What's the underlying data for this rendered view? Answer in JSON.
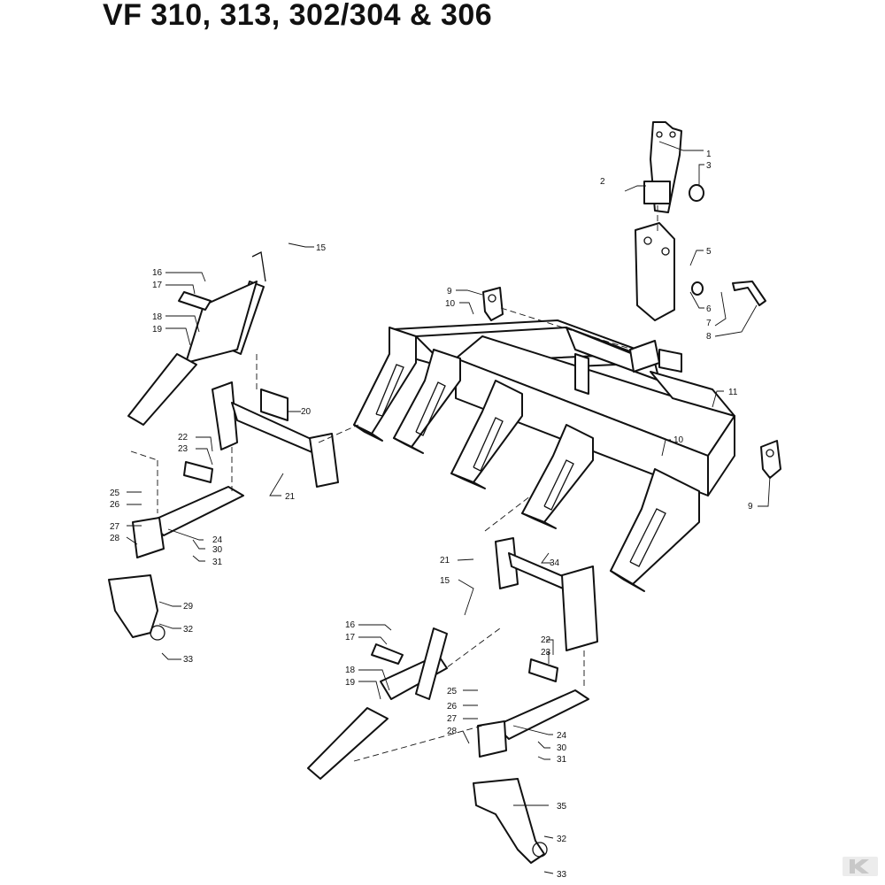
{
  "title": "VF 310, 313, 302/304 & 306",
  "callouts": [
    {
      "id": "c1",
      "label": "1"
    },
    {
      "id": "c2",
      "label": "2"
    },
    {
      "id": "c3",
      "label": "3"
    },
    {
      "id": "c4",
      "label": "5"
    },
    {
      "id": "c5",
      "label": "6"
    },
    {
      "id": "c6",
      "label": "7"
    },
    {
      "id": "c7",
      "label": "8"
    },
    {
      "id": "c8",
      "label": "9"
    },
    {
      "id": "c9",
      "label": "10"
    },
    {
      "id": "c10",
      "label": "11"
    },
    {
      "id": "c11",
      "label": "10"
    },
    {
      "id": "c12",
      "label": "9"
    },
    {
      "id": "c13",
      "label": "15"
    },
    {
      "id": "c14",
      "label": "16"
    },
    {
      "id": "c15",
      "label": "17"
    },
    {
      "id": "c16",
      "label": "18"
    },
    {
      "id": "c17",
      "label": "19"
    },
    {
      "id": "c18",
      "label": "20"
    },
    {
      "id": "c19",
      "label": "21"
    },
    {
      "id": "c20",
      "label": "22"
    },
    {
      "id": "c21",
      "label": "23"
    },
    {
      "id": "c22",
      "label": "25"
    },
    {
      "id": "c23",
      "label": "26"
    },
    {
      "id": "c24",
      "label": "27"
    },
    {
      "id": "c25",
      "label": "28"
    },
    {
      "id": "c26",
      "label": "24"
    },
    {
      "id": "c27",
      "label": "30"
    },
    {
      "id": "c28",
      "label": "31"
    },
    {
      "id": "c29",
      "label": "29"
    },
    {
      "id": "c30",
      "label": "32"
    },
    {
      "id": "c31",
      "label": "33"
    },
    {
      "id": "c32",
      "label": "21"
    },
    {
      "id": "c33",
      "label": "34"
    },
    {
      "id": "c34",
      "label": "15"
    },
    {
      "id": "c35",
      "label": "16"
    },
    {
      "id": "c36",
      "label": "17"
    },
    {
      "id": "c37",
      "label": "18"
    },
    {
      "id": "c38",
      "label": "19"
    },
    {
      "id": "c39",
      "label": "22"
    },
    {
      "id": "c40",
      "label": "23"
    },
    {
      "id": "c41",
      "label": "25"
    },
    {
      "id": "c42",
      "label": "26"
    },
    {
      "id": "c43",
      "label": "27"
    },
    {
      "id": "c44",
      "label": "28"
    },
    {
      "id": "c45",
      "label": "24"
    },
    {
      "id": "c46",
      "label": "30"
    },
    {
      "id": "c47",
      "label": "31"
    },
    {
      "id": "c48",
      "label": "35"
    },
    {
      "id": "c49",
      "label": "32"
    },
    {
      "id": "c50",
      "label": "33"
    }
  ],
  "colors": {
    "line": "#111111",
    "paper": "#ffffff",
    "logo": "#c8c8c8"
  }
}
